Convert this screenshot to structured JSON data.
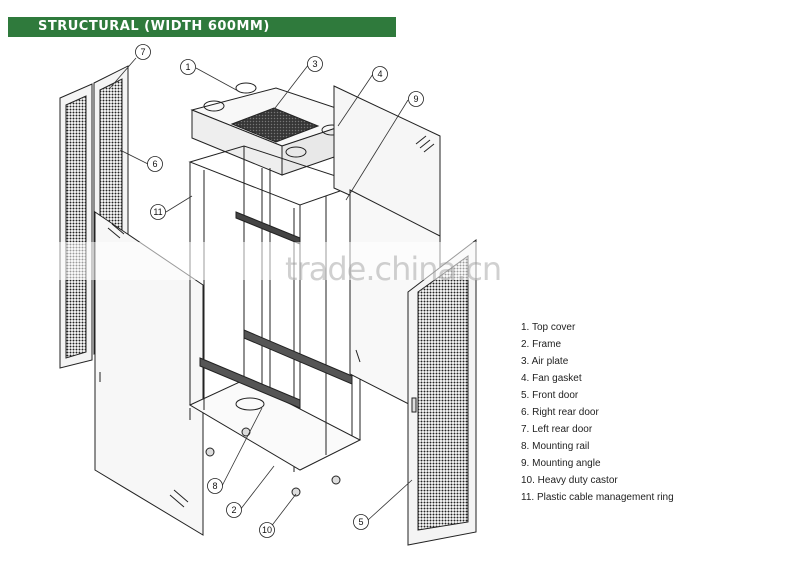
{
  "header": {
    "title": "STRUCTURAL (WIDTH 600MM)",
    "color": "#2f7a3c"
  },
  "callouts": [
    "1",
    "2",
    "3",
    "4",
    "5",
    "6",
    "7",
    "8",
    "9",
    "10",
    "11"
  ],
  "legend": [
    "1. Top cover",
    "2. Frame",
    "3. Air plate",
    "4. Fan gasket",
    "5. Front door",
    "6. Right rear door",
    "7. Left rear door",
    "8. Mounting rail",
    "9. Mounting angle",
    "10. Heavy duty castor",
    "11. Plastic cable management ring"
  ],
  "watermark": "trade.china.cn"
}
